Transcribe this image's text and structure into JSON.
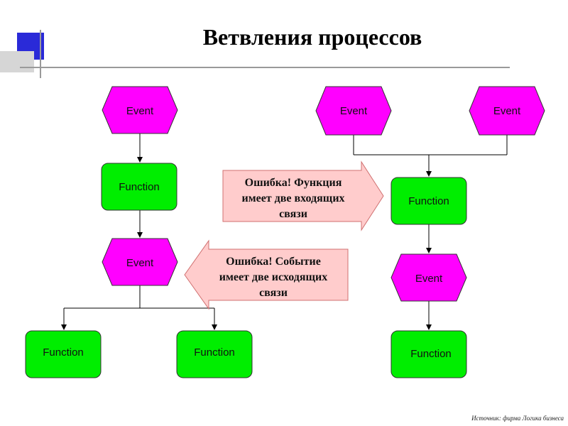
{
  "title": "Ветвления процессов",
  "source": "Источник: фирма Логика бизнеса",
  "colors": {
    "event_fill": "#ff00ff",
    "function_fill": "#00ee00",
    "callout_fill": "#ffcccc",
    "callout_stroke": "#d07070",
    "deco_blue": "#2a2ad8"
  },
  "left_chain": {
    "event_top": "Event",
    "function_mid": "Function",
    "event_mid": "Event",
    "function_left": "Function",
    "function_right": "Function"
  },
  "right_chain": {
    "event_left": "Event",
    "event_right": "Event",
    "function_mid": "Function",
    "event_mid": "Event",
    "function_bottom": "Function"
  },
  "callouts": {
    "function_error": [
      "Ошибка! Функция",
      "имеет две входящих",
      "связи"
    ],
    "event_error": [
      "Ошибка! Событие",
      "имеет две исходящих",
      "связи"
    ]
  }
}
